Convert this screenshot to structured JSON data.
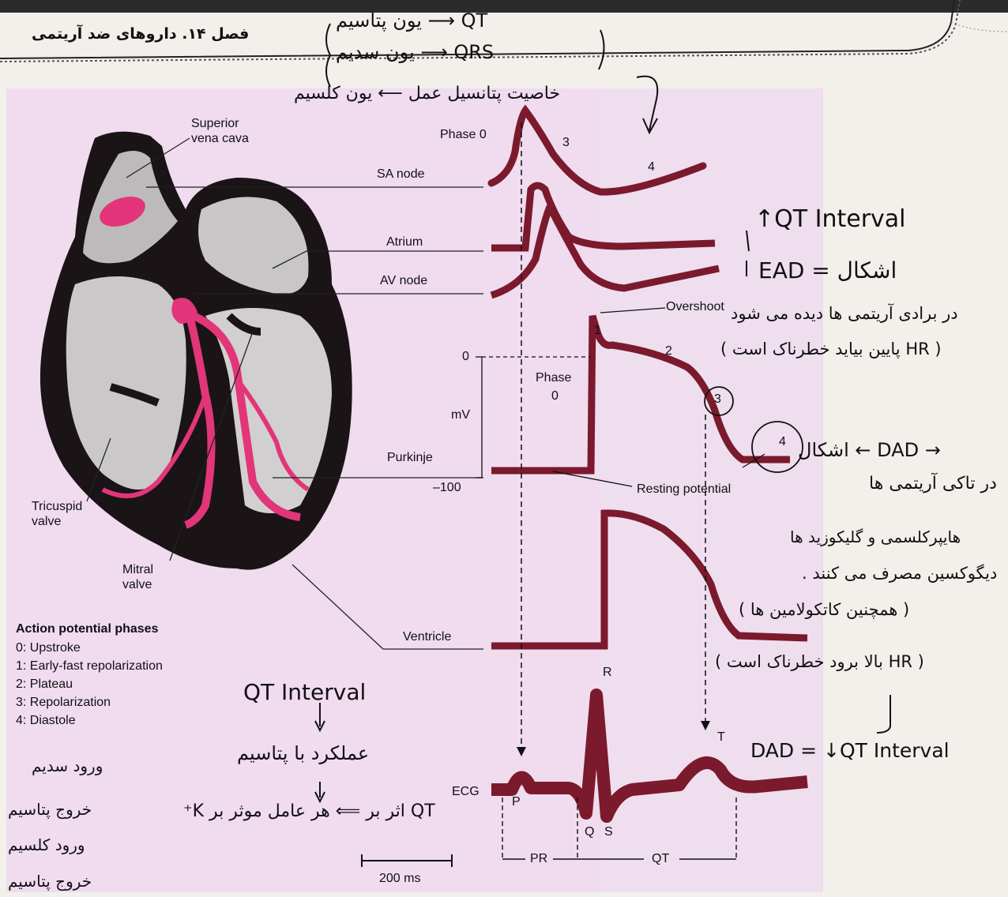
{
  "header": {
    "chapter_title": "فصل ۱۴. داروهای ضد آریتمی"
  },
  "figure": {
    "heart_labels": {
      "superior_vena_cava": "Superior\nvena cava",
      "tricuspid_valve": "Tricuspid\nvalve",
      "mitral_valve": "Mitral\nvalve"
    },
    "trace_labels": {
      "phase0_top": "Phase 0",
      "sa_node": "SA node",
      "atrium": "Atrium",
      "av_node": "AV node",
      "purkinje": "Purkinje",
      "ventricle": "Ventricle",
      "ecg": "ECG",
      "overshoot": "Overshoot",
      "resting_potential": "Resting potential",
      "phase0_mid": "Phase",
      "phase0_mid_num": "0",
      "mv": "mV",
      "zero": "0",
      "minus100": "–100",
      "num1": "1",
      "num2": "2",
      "num3": "3",
      "num4": "4",
      "sa3": "3",
      "sa4": "4",
      "p": "P",
      "q": "Q",
      "r": "R",
      "s": "S",
      "t": "T",
      "pr": "PR",
      "qt": "QT",
      "scale": "200 ms"
    },
    "legend": {
      "title": "Action potential phases",
      "items": [
        "0: Upstroke",
        "1: Early-fast repolarization",
        "2: Plateau",
        "3: Repolarization",
        "4: Diastole"
      ]
    }
  },
  "handwriting": {
    "top_qt": "QT ⟶ یون پتاسیم",
    "top_qrs": "QRS ⟶ یون سدیم",
    "top_ca": "خاصیت پتانسیل عمل ⟵ یون کلسیم",
    "qt_up": "↑QT Interval",
    "ead": "EAD  =  اشکال",
    "ead_note1": "در برادی آریتمی ها دیده می شود",
    "ead_note2": "( HR پایین بیاید خطرناک است )",
    "dad_arrow": "→ DAD ← اشکال",
    "dad_note1": "در تاکی آریتمی ها",
    "dad_note2": "هایپرکلسمی و گلیکوزید ها",
    "dad_note3": "دیگوکسین مصرف می کنند .",
    "dad_note4": "( همچنین کاتکولامین ها )",
    "dad_note5": "( HR بالا برود خطرناک است )",
    "dad_eq": "DAD = ↓QT Interval",
    "qt_interval_bottom": "QT Interval",
    "amalkard": "عملکرد با پتاسیم",
    "k_line": "QT  اثر بر  ⟸  هر عامل موثر بر K⁺",
    "left1": "ورود سدیم",
    "left2": "خروج پتاسیم",
    "left3": "ورود کلسیم",
    "left4": "خروج پتاسیم"
  }
}
